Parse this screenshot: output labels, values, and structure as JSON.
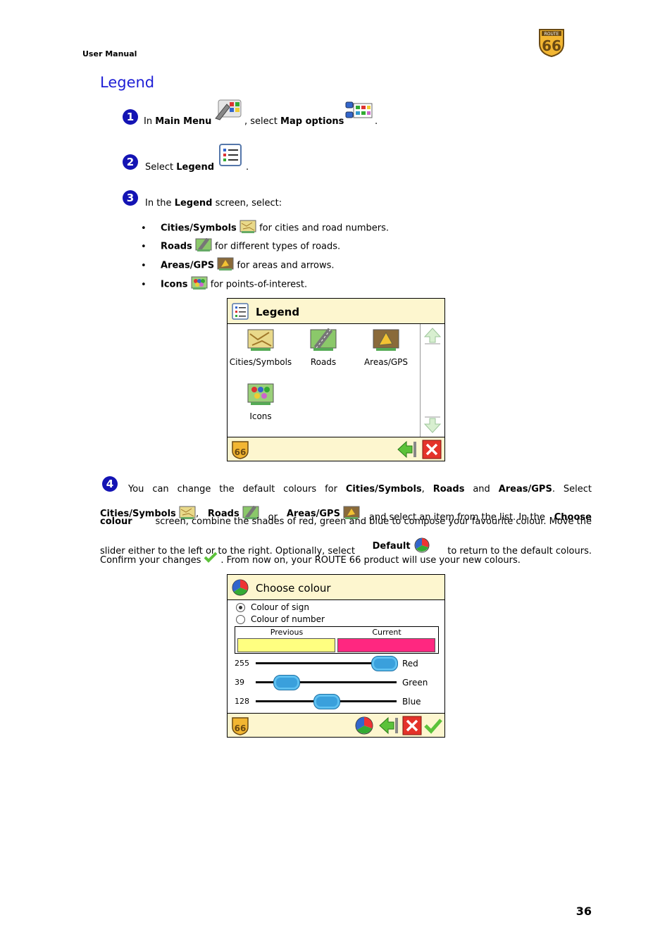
{
  "header": {
    "label": "User Manual"
  },
  "section_title": "Legend",
  "page_number": "36",
  "steps": {
    "s1": {
      "num": "1",
      "a": "In ",
      "b": "Main Menu",
      "c": " , select ",
      "d": "Map options",
      "e": " ."
    },
    "s2": {
      "num": "2",
      "a": "Select ",
      "b": "Legend",
      "c": " ."
    },
    "s3": {
      "num": "3",
      "a": "In the ",
      "b": "Legend",
      "c": " screen, select:"
    }
  },
  "bullets": [
    {
      "term": "Cities/Symbols",
      "desc": " for cities and road numbers."
    },
    {
      "term": "Roads",
      "desc": " for different types of roads."
    },
    {
      "term": "Areas/GPS",
      "desc": " for areas and arrows."
    },
    {
      "term": "Icons",
      "desc": " for points-of-interest."
    }
  ],
  "legend_screen": {
    "title": "Legend",
    "items": [
      "Cities/Symbols",
      "Roads",
      "Areas/GPS",
      "Icons"
    ]
  },
  "step4": {
    "num": "4",
    "l1": [
      "You",
      "can",
      "change",
      "the",
      "default",
      "colours",
      "for"
    ],
    "l1b": [
      "Cities/Symbols",
      "Roads",
      "Areas/GPS"
    ],
    "l1sep": [
      ",",
      "and",
      ".",
      "Select"
    ],
    "l2a": "Cities/Symbols",
    "l2b": ",",
    "l2c": "Roads",
    "l2d": "or",
    "l2e": "Areas/GPS",
    "l2f": "and select an item from the list. In the",
    "l2g": "Choose",
    "l3a": "colour",
    "l3b": "screen, combine the shades of red, green and blue to compose your favourite colour. Move the",
    "l4a": "slider either to the left or to the right. Optionally, select",
    "l4b": "Default",
    "l4c": "to return to the default colours.",
    "l5a": "Confirm your changes",
    "l5b": ". From now on, your ROUTE 66 product will use your new colours."
  },
  "colour_screen": {
    "title": "Choose colour",
    "radio1": "Colour of sign",
    "radio2": "Colour of number",
    "previous": "Previous",
    "current": "Current",
    "previous_color": "#ffff80",
    "current_color": "#ff2780",
    "sliders": [
      {
        "value": "255",
        "name": "Red",
        "level": 1.0
      },
      {
        "value": "39",
        "name": "Green",
        "level": 0.153
      },
      {
        "value": "128",
        "name": "Blue",
        "level": 0.502
      }
    ]
  },
  "logo_text": "66"
}
